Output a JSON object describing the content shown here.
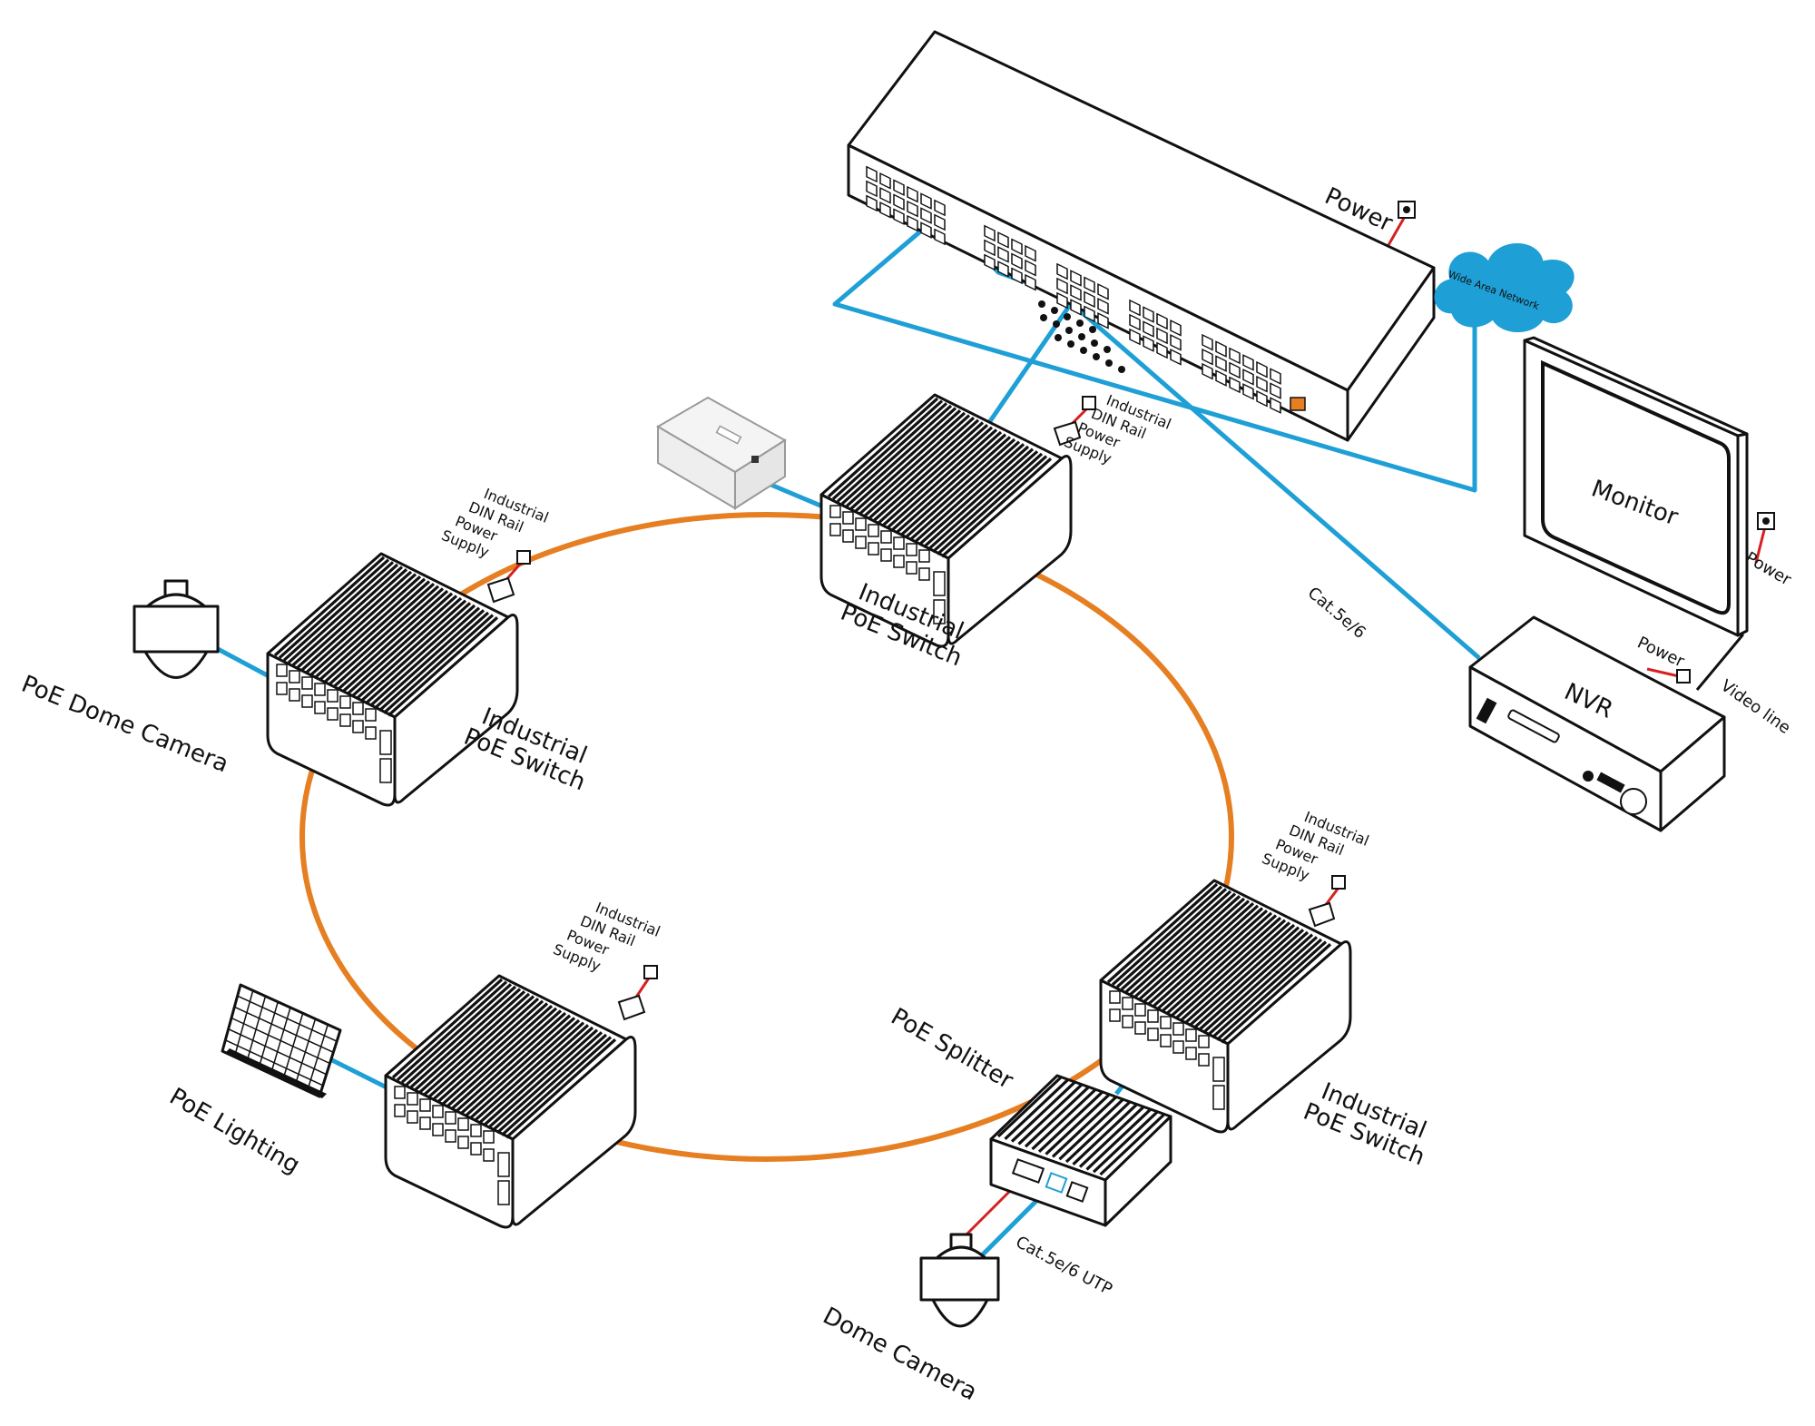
{
  "colors": {
    "ring_fiber": "#e67e22",
    "ethernet": "#1e9fd6",
    "power": "#d62020",
    "cloud": "#1e9fd6",
    "outline": "#111111"
  },
  "labels": {
    "core_switch_power": "Power",
    "wan": "Wide Area Network",
    "monitor": "Monitor",
    "monitor_power": "Power",
    "nvr": "NVR",
    "nvr_power": "Power",
    "video_line": "Video line",
    "cat_cable": "Cat.5e/6",
    "switch_top_name": "Industrial PoE Switch",
    "switch_left_name": "Industrial PoE Switch",
    "switch_right_name": "Industrial PoE Switch",
    "psu_top": "Industrial DIN Rail Power Supply",
    "psu_left": "Industrial DIN Rail Power Supply",
    "psu_bottom": "Industrial DIN Rail Power Supply",
    "psu_right": "Industrial DIN Rail Power Supply",
    "poe_dome_camera": "PoE Dome Camera",
    "poe_lighting": "PoE Lighting",
    "poe_splitter": "PoE Splitter",
    "dome_camera": "Dome Camera",
    "cat_utp": "Cat.5e/6 UTP"
  },
  "icons": {
    "core_switch": "rack-switch-icon",
    "industrial_switch": "industrial-switch-icon",
    "psu": "din-rail-psu-icon",
    "plc": "plc-controller-icon",
    "camera": "dome-camera-icon",
    "light": "led-panel-icon",
    "splitter": "poe-splitter-icon",
    "monitor": "monitor-icon",
    "nvr": "nvr-icon",
    "cloud": "cloud-icon",
    "outlet": "power-outlet-icon"
  }
}
